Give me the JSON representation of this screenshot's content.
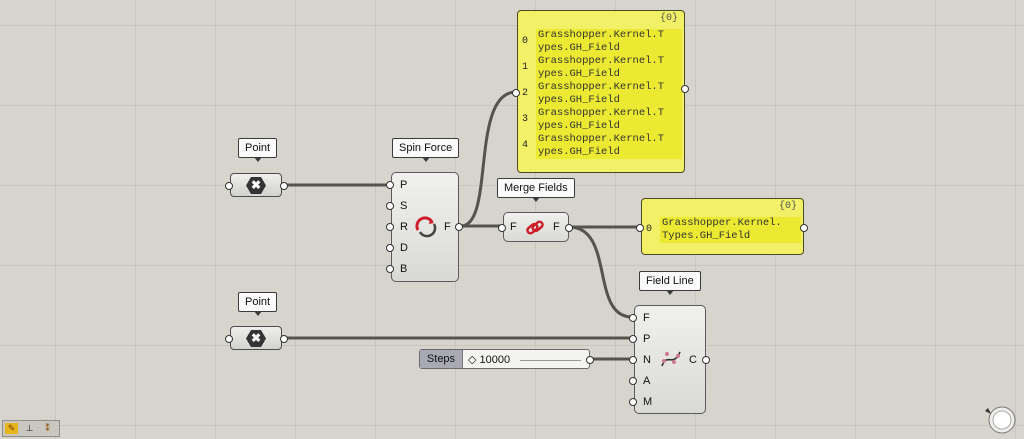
{
  "canvas": {
    "point_1": {
      "tag": "Point",
      "symbol": "✖"
    },
    "point_2": {
      "tag": "Point",
      "symbol": "✖"
    },
    "spin_force": {
      "tag": "Spin Force",
      "inputs": [
        "P",
        "S",
        "R",
        "D",
        "B"
      ],
      "output": "F"
    },
    "merge_fields": {
      "tag": "Merge Fields",
      "input": "F",
      "output": "F"
    },
    "field_line": {
      "tag": "Field Line",
      "inputs": [
        "F",
        "P",
        "N",
        "A",
        "M"
      ],
      "output": "C"
    },
    "steps_slider": {
      "label": "Steps",
      "value": "◇ 10000"
    },
    "panel_top": {
      "count": "{0}",
      "rows": [
        {
          "index": "0",
          "line1": "Grasshopper.Kernel.T",
          "line2": "ypes.GH_Field"
        },
        {
          "index": "1",
          "line1": "Grasshopper.Kernel.T",
          "line2": "ypes.GH_Field"
        },
        {
          "index": "2",
          "line1": "Grasshopper.Kernel.T",
          "line2": "ypes.GH_Field"
        },
        {
          "index": "3",
          "line1": "Grasshopper.Kernel.T",
          "line2": "ypes.GH_Field"
        },
        {
          "index": "4",
          "line1": "Grasshopper.Kernel.T",
          "line2": "ypes.GH_Field"
        }
      ]
    },
    "panel_right": {
      "count": "{0}",
      "rows": [
        {
          "index": "0",
          "line1": "Grasshopper.Kernel.",
          "line2": "Types.GH_Field"
        }
      ]
    }
  },
  "colors": {
    "canvas": "#d6d4cc",
    "panel": "#f2f066",
    "wire": "#55534e",
    "icon_red": "#cc1f2a"
  }
}
